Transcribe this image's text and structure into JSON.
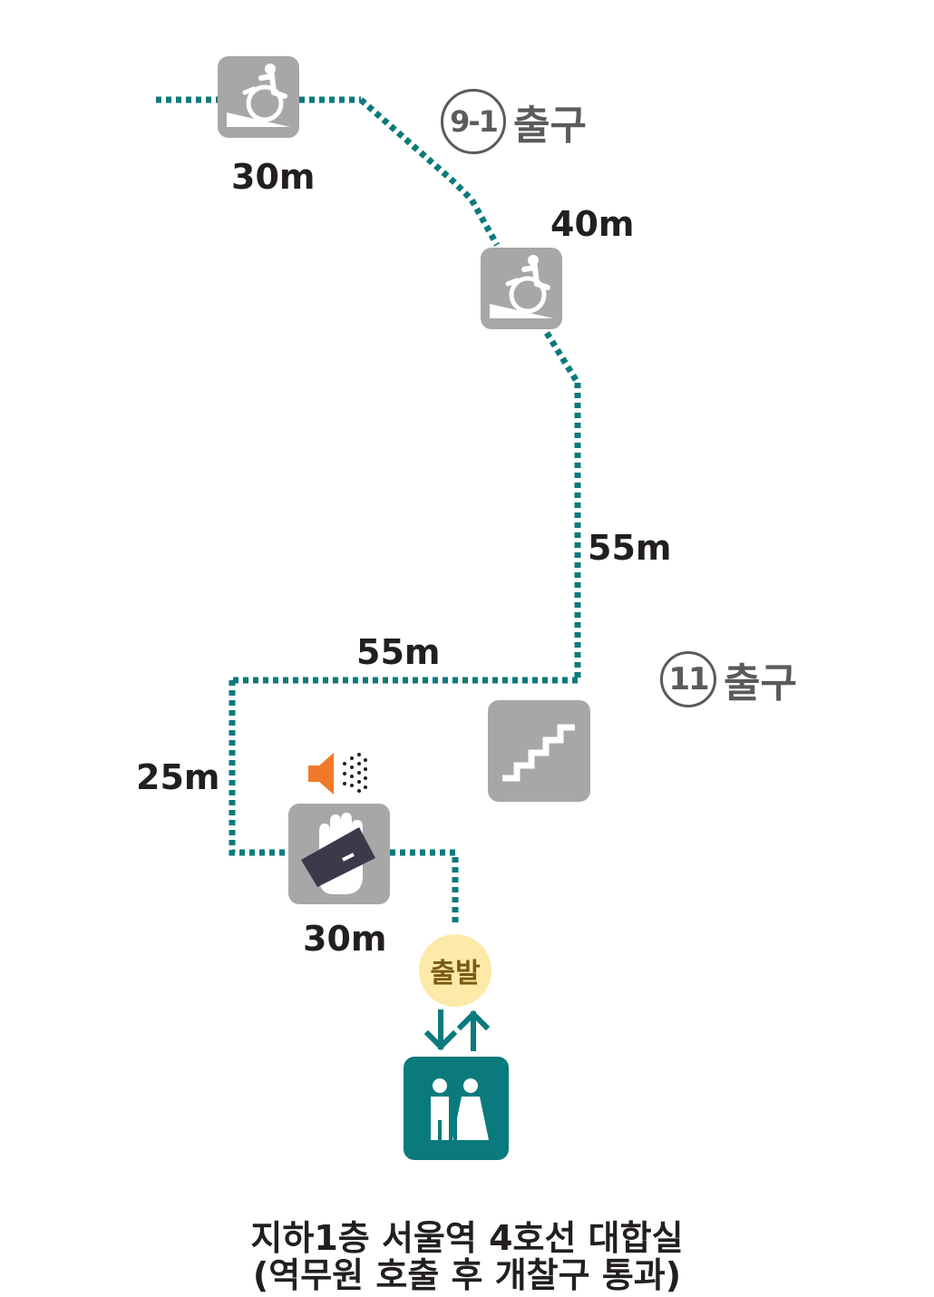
{
  "distances": {
    "top_left": "30m",
    "top_right": "40m",
    "right_vertical": "55m",
    "middle_horizontal": "55m",
    "left_vertical": "25m",
    "bottom": "30m"
  },
  "exits": {
    "exit_9_1": {
      "number": "9-1",
      "suffix": "출구"
    },
    "exit_11": {
      "number": "11",
      "suffix": "출구"
    }
  },
  "start_label": "출발",
  "caption": {
    "line1": "지하1층 서울역 4호선 대합실",
    "line2": "(역무원 호출 후 개찰구 통과)"
  },
  "icons": [
    "wheelchair-ramp-icon",
    "wheelchair-ramp-icon",
    "stairs-icon",
    "speaker-icon",
    "card-gate-icon",
    "restroom-icon",
    "down-up-arrows-icon"
  ],
  "colors": {
    "path": "#0b7a7c",
    "tile": "#a7a7a8",
    "speaker": "#f07a2a",
    "start_fill": "#fde9a8",
    "restroom": "#0b7a7c",
    "text": "#231f20",
    "exit_text": "#5b5b5b"
  }
}
